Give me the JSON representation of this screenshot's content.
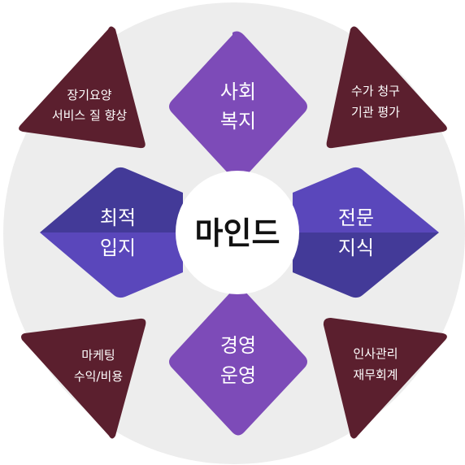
{
  "center": {
    "label": "마인드"
  },
  "diamonds": {
    "top": {
      "lines": [
        "사회",
        "복지"
      ]
    },
    "left": {
      "lines": [
        "최적",
        "입지"
      ]
    },
    "right": {
      "lines": [
        "전문",
        "지식"
      ]
    },
    "bottom": {
      "lines": [
        "경영",
        "운영"
      ]
    }
  },
  "triangles": {
    "top_left": {
      "lines": [
        "장기요양",
        "서비스 질 향상"
      ]
    },
    "top_right": {
      "lines": [
        "수가 청구",
        "기관 평가"
      ]
    },
    "bottom_left": {
      "lines": [
        "마케팅",
        "수익/비용"
      ]
    },
    "bottom_right": {
      "lines": [
        "인사관리",
        "재무회계"
      ]
    }
  },
  "colors": {
    "background_circle": "#ededed",
    "center_circle": "#ffffff",
    "diamond_vertical": "#7d4bb8",
    "diamond_horizontal_light": "#5a47bb",
    "diamond_horizontal_dark": "#433a98",
    "triangle": "#5b1f2e",
    "label_text": "#ffffff",
    "center_text": "#111111"
  }
}
